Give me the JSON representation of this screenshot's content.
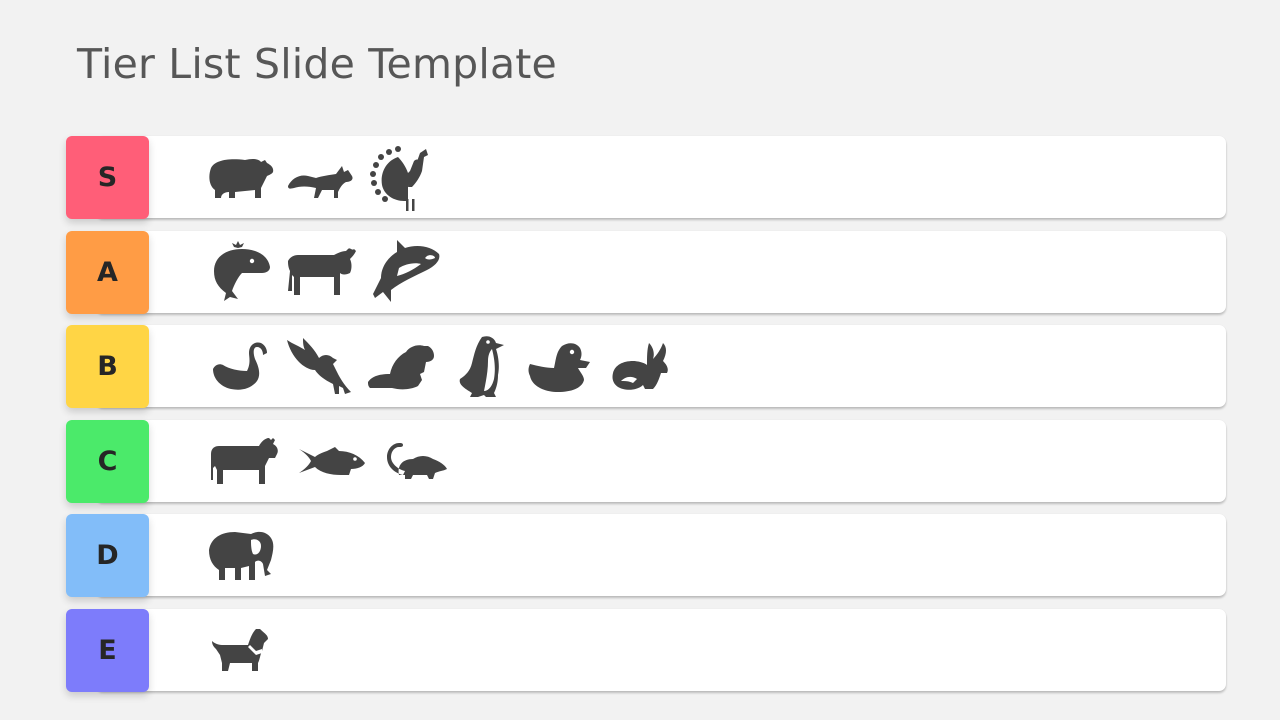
{
  "title": "Tier List Slide Template",
  "tiers": [
    {
      "label": "S",
      "color": "#ff5e78",
      "items": [
        "bear-icon",
        "fox-icon",
        "peacock-icon"
      ]
    },
    {
      "label": "A",
      "color": "#ff9c45",
      "items": [
        "whale-icon",
        "bull-icon",
        "orca-icon"
      ]
    },
    {
      "label": "B",
      "color": "#ffd545",
      "items": [
        "swan-icon",
        "eagle-icon",
        "beaver-icon",
        "penguin-icon",
        "duck-icon",
        "rabbit-icon"
      ]
    },
    {
      "label": "C",
      "color": "#4bea6a",
      "items": [
        "cow-icon",
        "fish-icon",
        "mouse-icon"
      ]
    },
    {
      "label": "D",
      "color": "#82bdf9",
      "items": [
        "elephant-icon"
      ]
    },
    {
      "label": "E",
      "color": "#7d7cfb",
      "items": [
        "dog-icon"
      ]
    }
  ]
}
